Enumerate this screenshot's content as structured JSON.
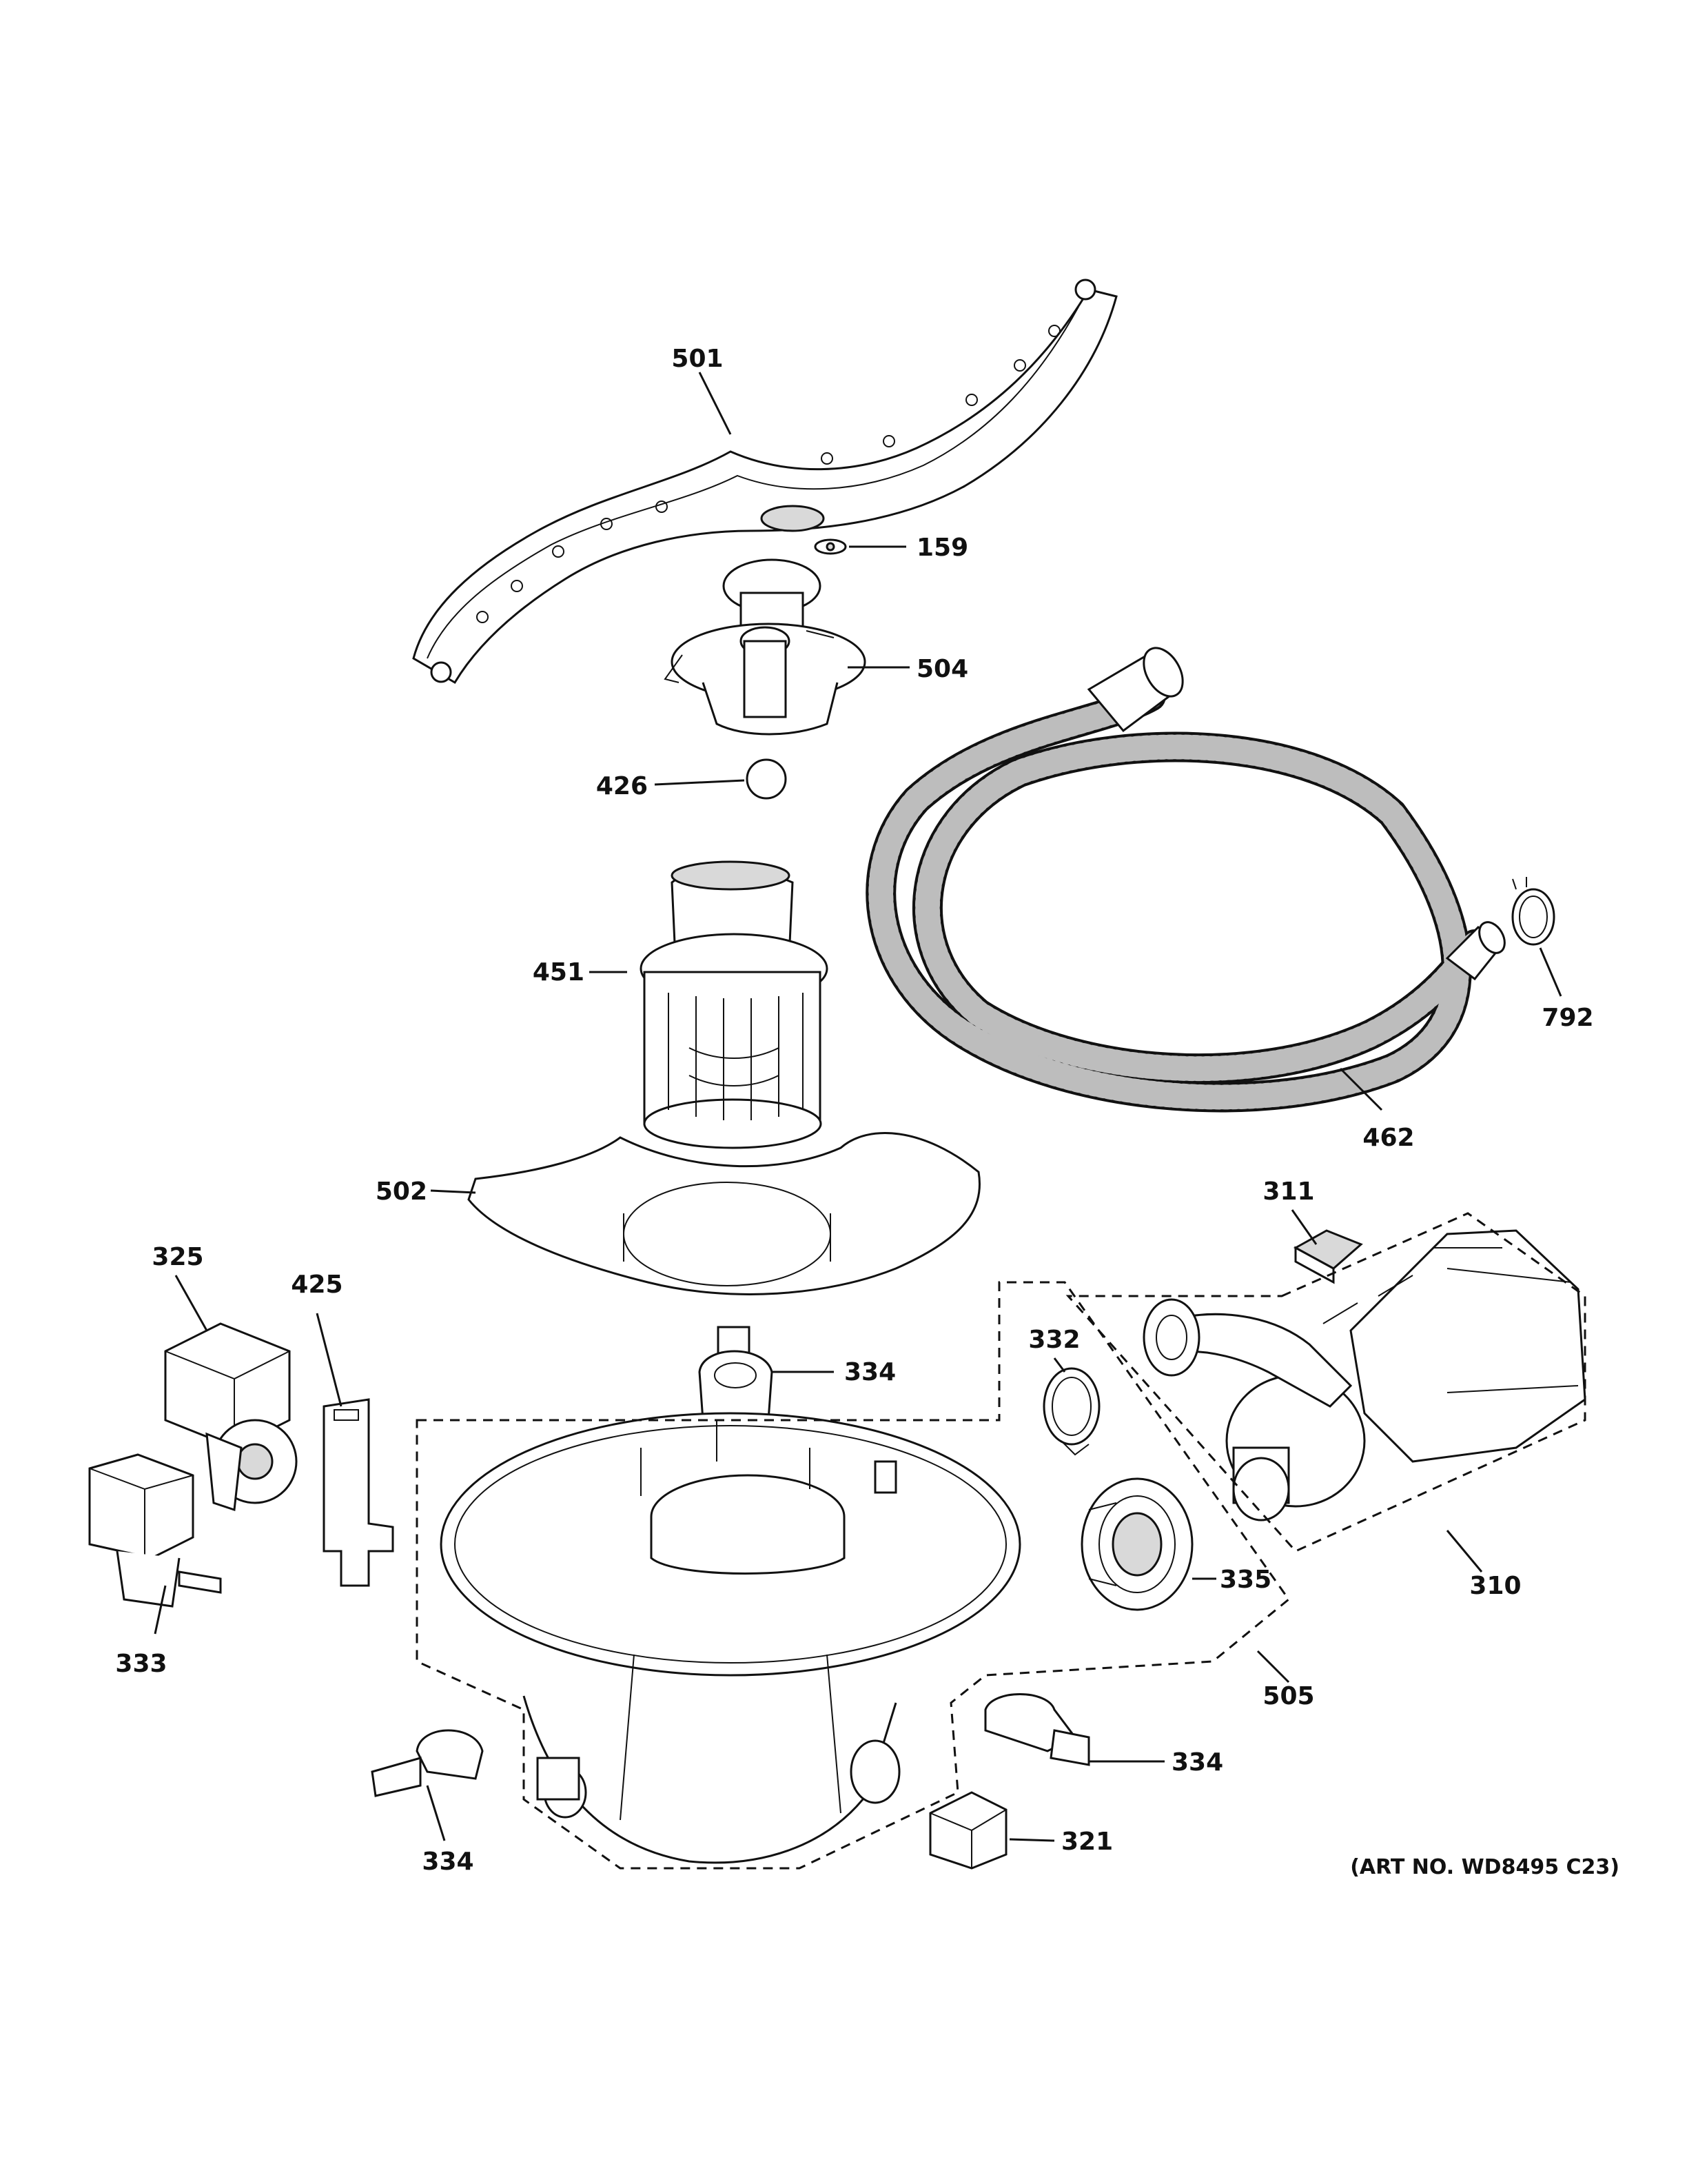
{
  "art_number": "(ART NO. WD8495 C23)",
  "callouts": {
    "c501": "501",
    "c159": "159",
    "c504": "504",
    "c426": "426",
    "c451": "451",
    "c462": "462",
    "c792": "792",
    "c502": "502",
    "c311": "311",
    "c325": "325",
    "c425": "425",
    "c332": "332",
    "c334_top": "334",
    "c310": "310",
    "c335": "335",
    "c333": "333",
    "c505": "505",
    "c334_right": "334",
    "c321": "321",
    "c334_left": "334"
  }
}
